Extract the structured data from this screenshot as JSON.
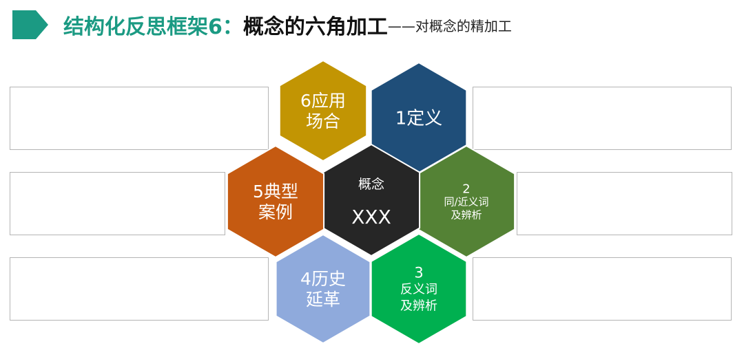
{
  "title": {
    "main_part1": "结构化反思框架6：",
    "main_part2": "概念的六角加工",
    "subtitle": "——对概念的精加工",
    "marker_color": "#1b9a83"
  },
  "hexagons": [
    {
      "id": "application",
      "lines": [
        "6应用",
        "场合"
      ],
      "color": "#c29503"
    },
    {
      "id": "definition",
      "lines": [
        "1定义"
      ],
      "color": "#1f4e79"
    },
    {
      "id": "synonym",
      "lines": [
        "2",
        "同/近义词",
        "及辨析"
      ],
      "color": "#548235"
    },
    {
      "id": "center",
      "lines": [
        "概念",
        "XXX"
      ],
      "color": "#262626"
    },
    {
      "id": "case",
      "lines": [
        "5典型",
        "案例"
      ],
      "color": "#c55a11"
    },
    {
      "id": "history",
      "lines": [
        "4历史",
        "延革"
      ],
      "color": "#8faadc"
    },
    {
      "id": "antonym",
      "lines": [
        "3",
        "反义词",
        "及辨析"
      ],
      "color": "#00b050"
    }
  ]
}
